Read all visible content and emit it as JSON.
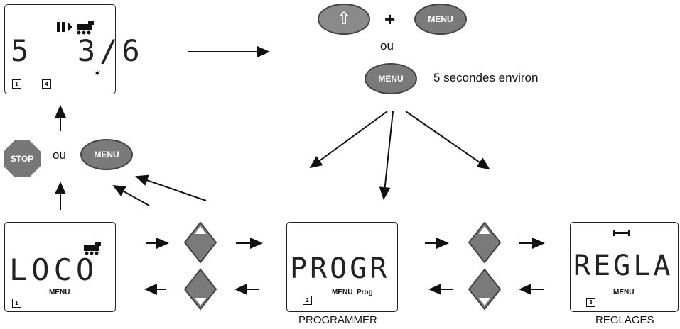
{
  "buttons": {
    "shift_label": "⇧",
    "plus": "+",
    "menu": "MENU",
    "ou": "ou",
    "seconds": "5 secondes environ",
    "stop": "STOP"
  },
  "screens": {
    "top": {
      "main": "5  3/6",
      "sq1": "1",
      "sq2": "4"
    },
    "loco": {
      "main": "LOCO",
      "sub": "MENU",
      "sq": "1"
    },
    "progr": {
      "main": "PROGR",
      "sub": "MENU  Prog",
      "sq": "2",
      "caption": "PROGRAMMER"
    },
    "regla": {
      "main": "REGLA",
      "sub": "MENU",
      "sq": "3",
      "caption": "REGLAGES"
    }
  },
  "colors": {
    "button_fill": "#7a7a7a",
    "line": "#111111"
  }
}
